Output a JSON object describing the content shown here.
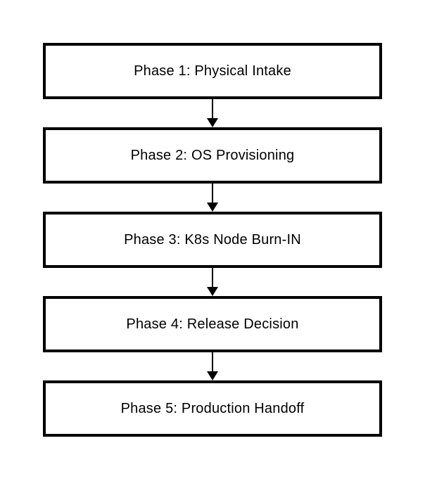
{
  "diagram": {
    "type": "flowchart",
    "direction": "top-to-bottom",
    "colors": {
      "background": "#ffffff",
      "node_fill": "#ffffff",
      "node_border": "#000000",
      "text": "#000000",
      "arrow": "#000000"
    },
    "nodes": [
      {
        "id": "phase-1",
        "label": "Phase 1: Physical Intake"
      },
      {
        "id": "phase-2",
        "label": "Phase 2: OS Provisioning"
      },
      {
        "id": "phase-3",
        "label": "Phase 3: K8s Node Burn-IN"
      },
      {
        "id": "phase-4",
        "label": "Phase 4: Release Decision"
      },
      {
        "id": "phase-5",
        "label": "Phase 5: Production Handoff"
      }
    ],
    "edges": [
      {
        "from": "phase-1",
        "to": "phase-2",
        "style": "solid-arrow-down"
      },
      {
        "from": "phase-2",
        "to": "phase-3",
        "style": "solid-arrow-down"
      },
      {
        "from": "phase-3",
        "to": "phase-4",
        "style": "solid-arrow-down"
      },
      {
        "from": "phase-4",
        "to": "phase-5",
        "style": "solid-arrow-down"
      }
    ]
  }
}
